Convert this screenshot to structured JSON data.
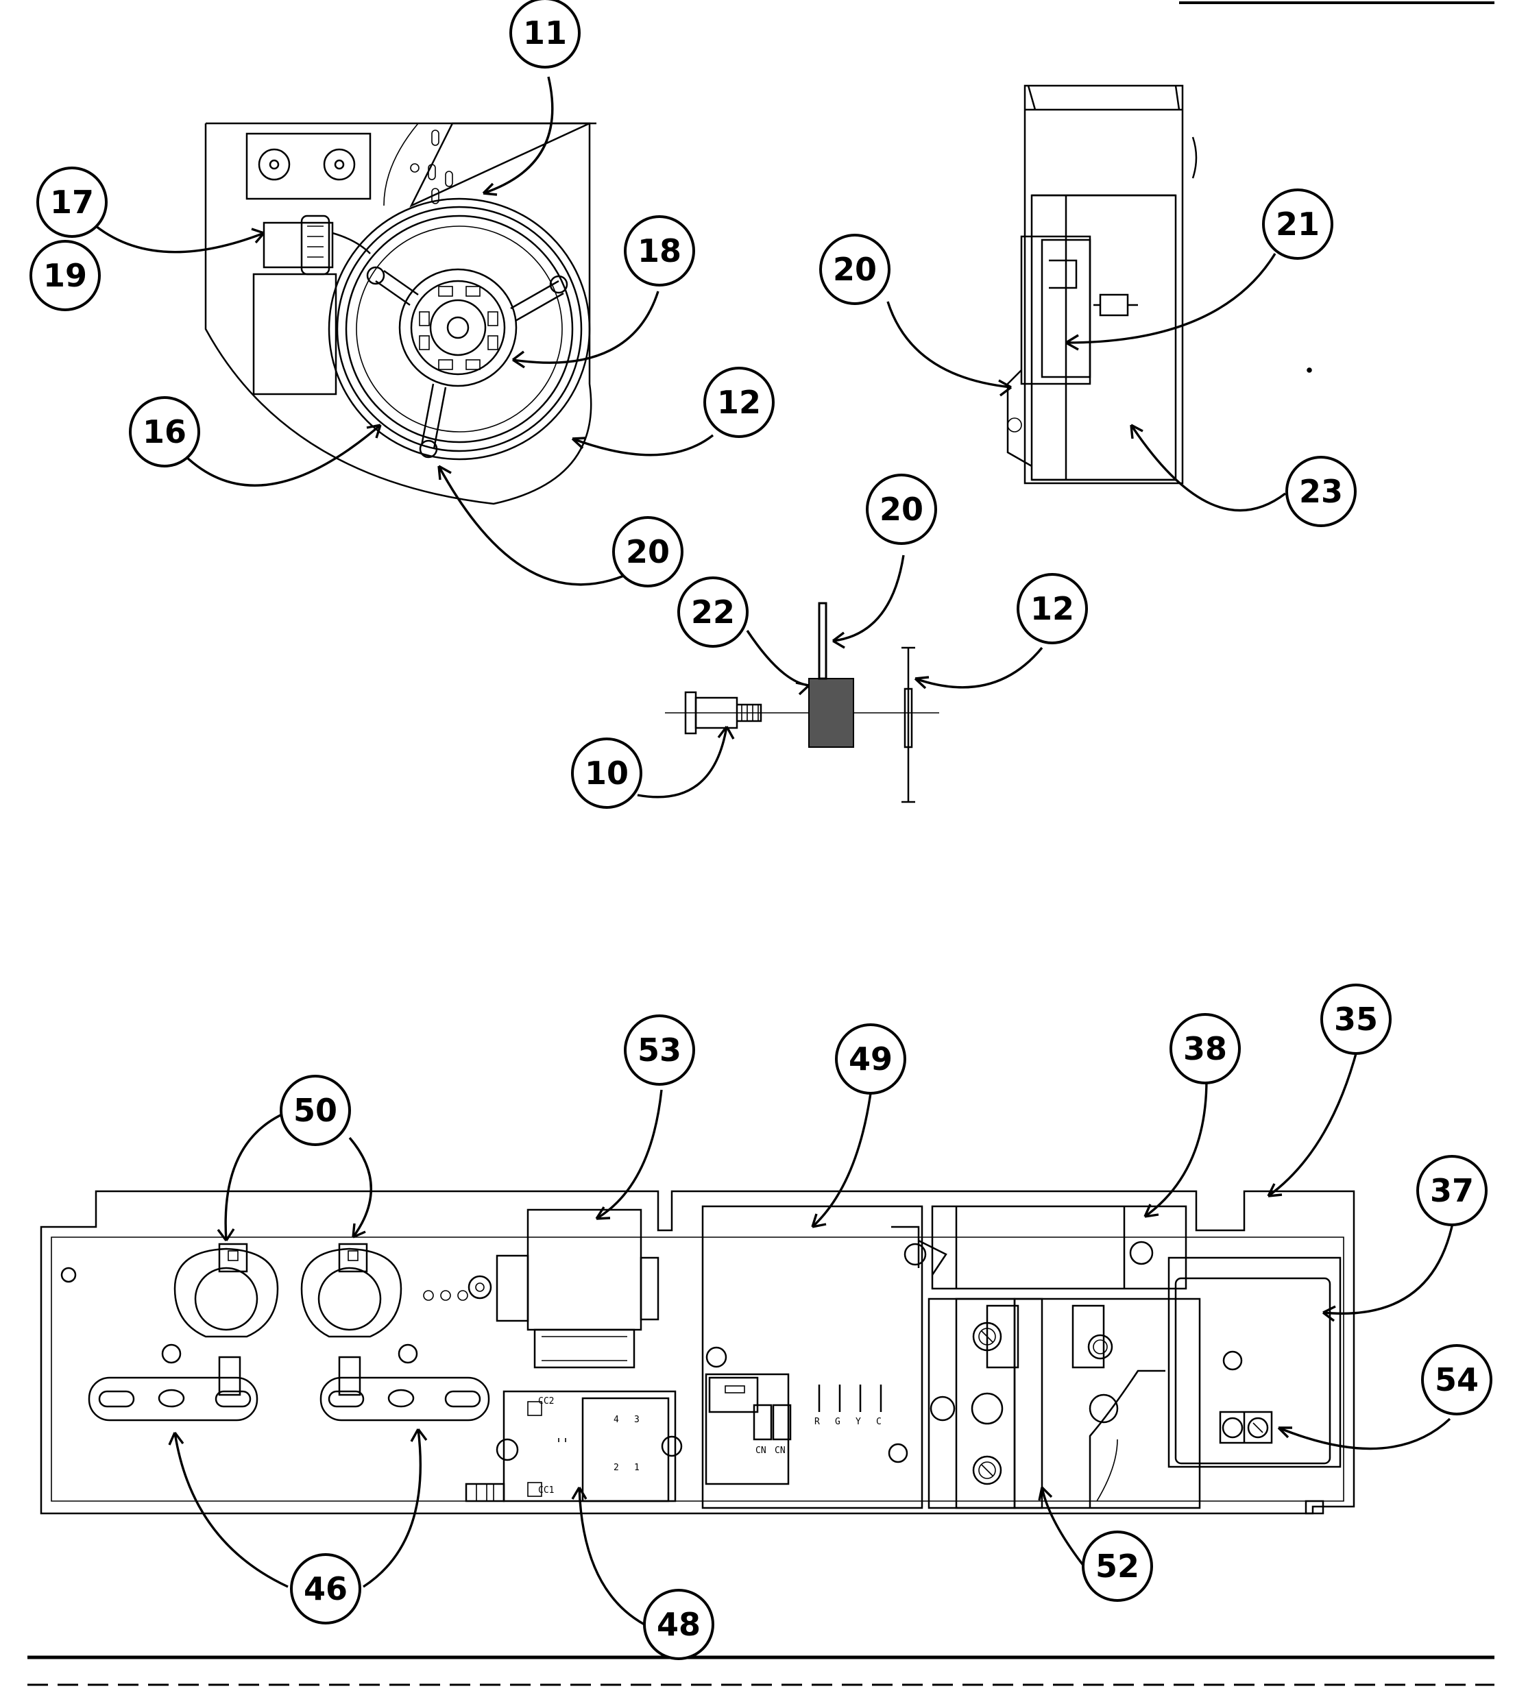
{
  "callouts": {
    "c11": "11",
    "c17": "17",
    "c19": "19",
    "c18": "18",
    "c16": "16",
    "c12a": "12",
    "c20a": "20",
    "c20b": "20",
    "c21": "21",
    "c23": "23",
    "c20c": "20",
    "c22": "22",
    "c12b": "12",
    "c10": "10",
    "c50": "50",
    "c53": "53",
    "c49": "49",
    "c38": "38",
    "c35": "35",
    "c37": "37",
    "c54": "54",
    "c46": "46",
    "c48": "48",
    "c52": "52"
  },
  "board_labels": {
    "cc2": "CC2",
    "cc1": "CC1",
    "terminals": [
      "R",
      "G",
      "Y",
      "C"
    ],
    "connectors": [
      "CN",
      "CN"
    ],
    "relay_pins": [
      "4",
      "3",
      "2",
      "1"
    ]
  }
}
